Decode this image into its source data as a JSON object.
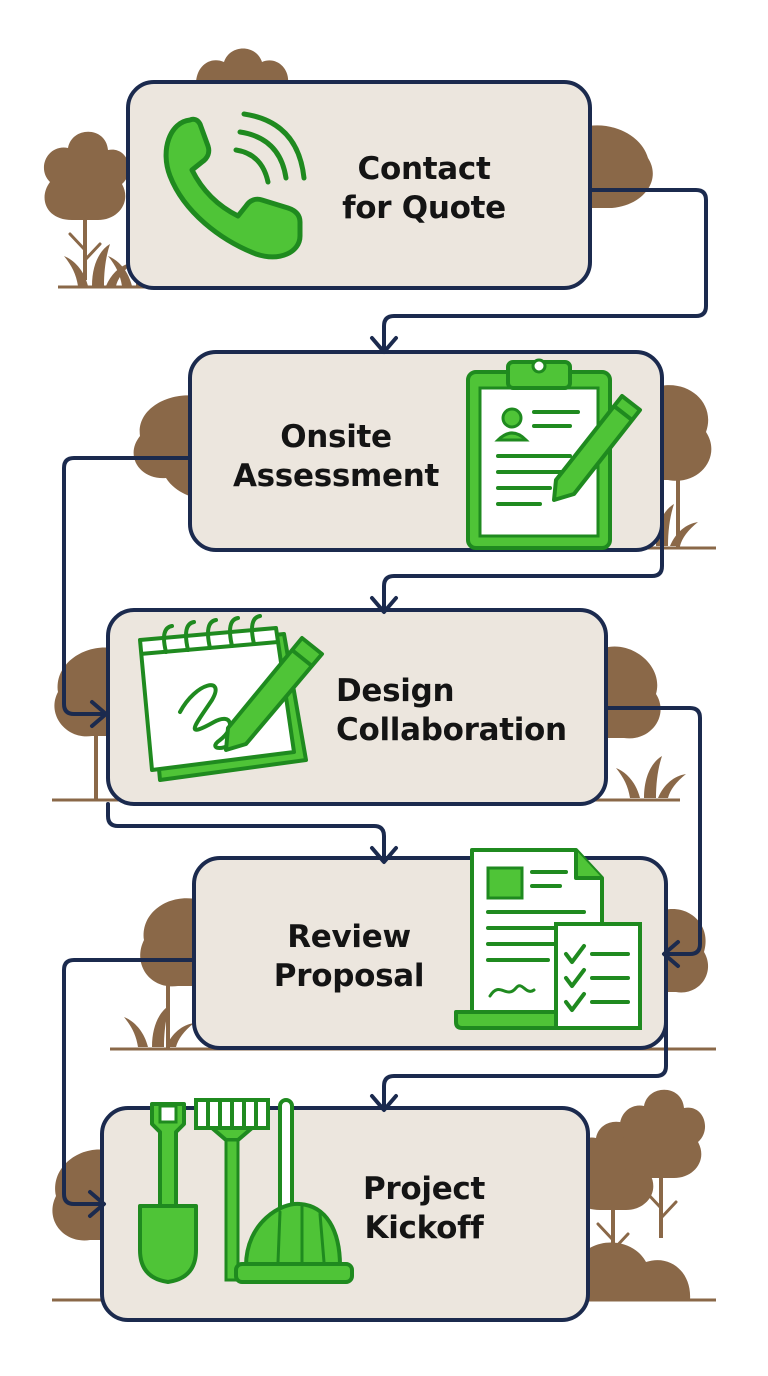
{
  "colors": {
    "card": "#ece6de",
    "outline": "#1b2a4e",
    "icon_green": "#4fc437",
    "icon_dark_green": "#1f8a1f",
    "tree_brown": "#8a6848",
    "text": "#141414"
  },
  "steps": [
    {
      "line1": "Contact",
      "line2": "for Quote",
      "icon": "phone-icon"
    },
    {
      "line1": "Onsite",
      "line2": "Assessment",
      "icon": "clipboard-icon"
    },
    {
      "line1": "Design",
      "line2": "Collaboration",
      "icon": "notepad-pencil-icon"
    },
    {
      "line1": "Review",
      "line2": "Proposal",
      "icon": "proposal-document-icon"
    },
    {
      "line1": "Project",
      "line2": "Kickoff",
      "icon": "tools-hardhat-icon"
    }
  ]
}
